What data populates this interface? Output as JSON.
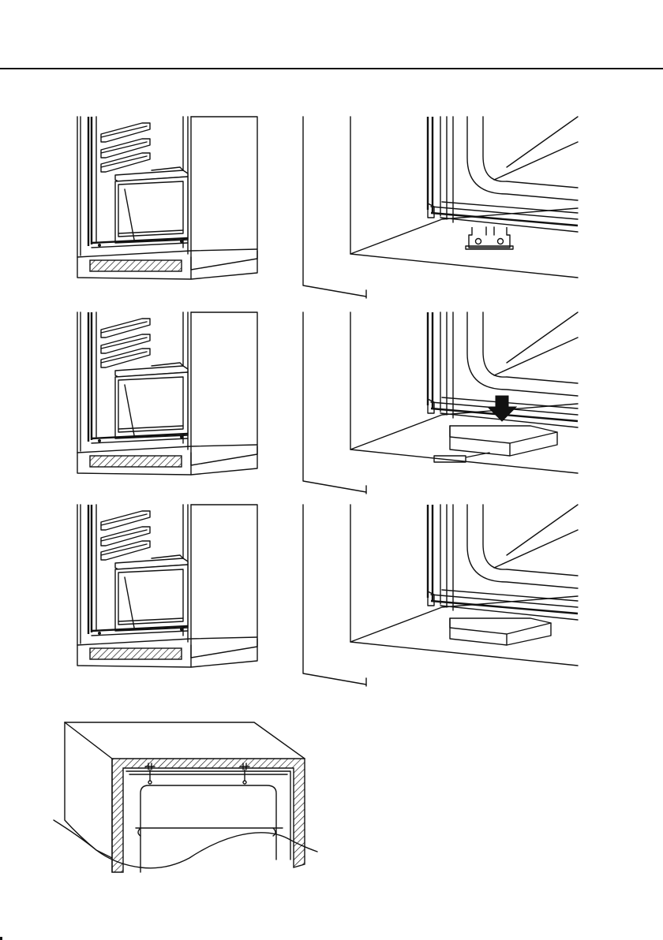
{
  "diagram": {
    "steps": [
      {
        "fridge": "fridge-step-1",
        "detail": "hinge-bracket-detail"
      },
      {
        "fridge": "fridge-step-2",
        "detail": "hinge-cover-press-detail"
      },
      {
        "fridge": "fridge-step-3",
        "detail": "hinge-cover-fitted-detail"
      }
    ],
    "bottom": "top-mounting-detail",
    "colors": {
      "line": "#111111",
      "background": "#ffffff",
      "arrow": "#111111"
    }
  }
}
